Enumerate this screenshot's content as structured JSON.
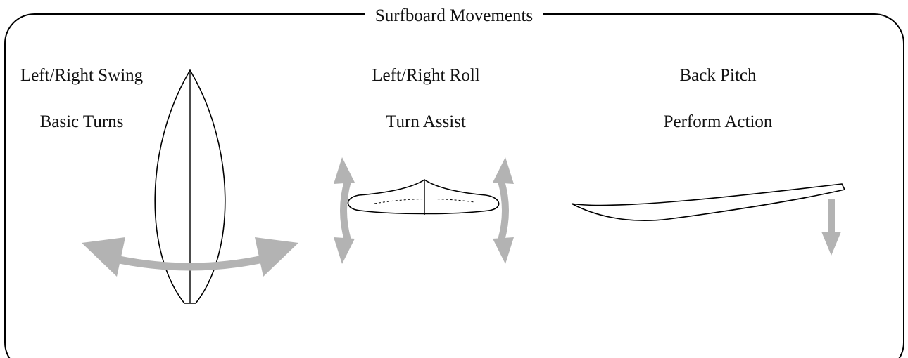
{
  "title": "Surfboard Movements",
  "movements": [
    {
      "name": "Left/Right Swing",
      "action": "Basic Turns"
    },
    {
      "name": "Left/Right Roll",
      "action": "Turn Assist"
    },
    {
      "name": "Back Pitch",
      "action": "Perform Action"
    }
  ],
  "colors": {
    "outline": "#000000",
    "arrow": "#b3b3b3",
    "background": "#ffffff"
  }
}
